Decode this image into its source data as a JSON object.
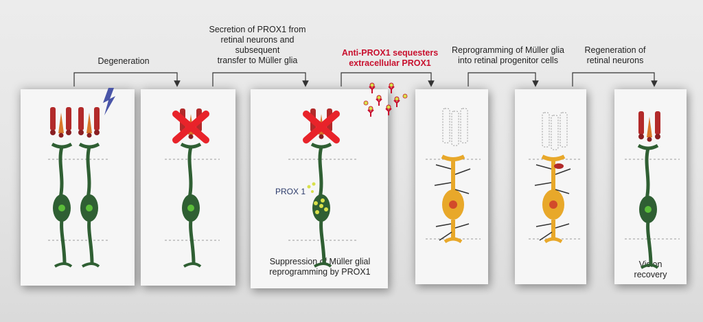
{
  "steps": [
    {
      "label": "Degeneration"
    },
    {
      "label_lines": [
        "Secretion of PROX1 from",
        "retinal neurons and",
        "subsequent",
        "transfer to Müller glia"
      ]
    },
    {
      "label_lines": [
        "Anti-PROX1 sequesters",
        "extracellular PROX1"
      ]
    },
    {
      "label_lines": [
        "Reprogramming of Müller glia",
        "into retinal progenitor cells"
      ]
    },
    {
      "label_lines": [
        "Regeneration of",
        "retinal neurons"
      ]
    }
  ],
  "annotations": {
    "prox1_label": "PROX 1",
    "suppression_lines": [
      "Suppression of Müller glial",
      "reprogramming by PROX1"
    ],
    "vision_lines": [
      "Vision",
      "recovery"
    ]
  },
  "colors": {
    "photoreceptor_red": "#b22a2a",
    "cone_orange": "#d9772a",
    "muller_green": "#2f5f33",
    "nucleus_green": "#5bbd3a",
    "progenitor_yellow": "#e8a82a",
    "progenitor_nucleus": "#d24a2a",
    "cross_red": "#e8232a",
    "prox1_dot": "#d8e04a",
    "antibody_red": "#c8102e",
    "lightning_blue": "#4a55a8"
  }
}
